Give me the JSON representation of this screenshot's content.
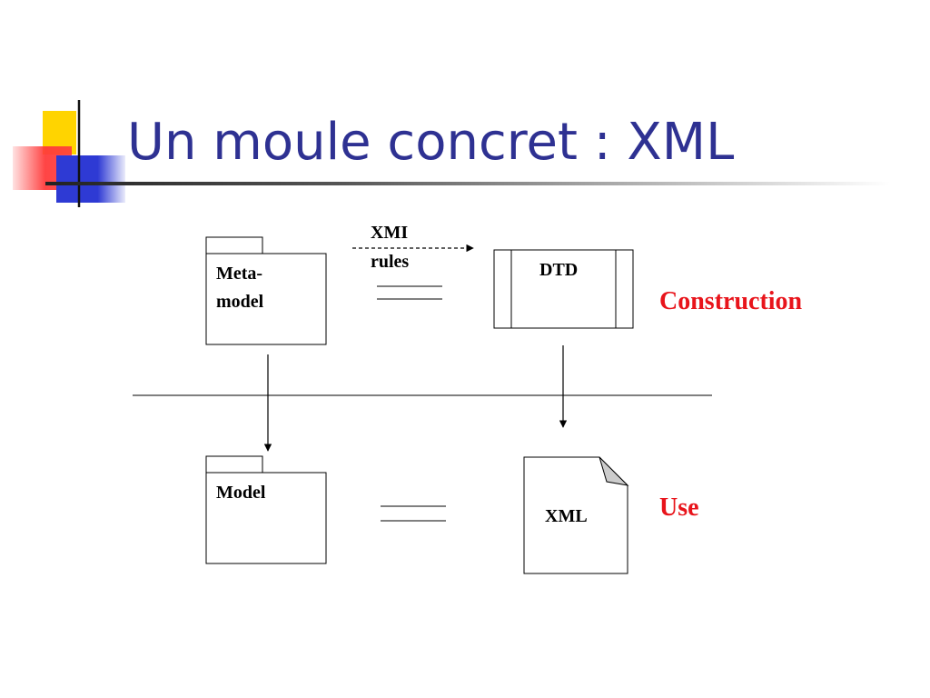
{
  "slide": {
    "title": "Un moule concret : XML"
  },
  "diagram": {
    "metamodel": {
      "line1": "Meta-",
      "line2": "model"
    },
    "dtd": {
      "label": "DTD"
    },
    "xmi": {
      "line1": "XMI",
      "line2": "rules"
    },
    "model": {
      "label": "Model"
    },
    "xml": {
      "label": "XML"
    },
    "phases": {
      "construction": "Construction",
      "use": "Use"
    }
  },
  "colors": {
    "title": "#2e3192",
    "phase_label": "#e8141b",
    "logo_yellow": "#ffd400",
    "logo_red": "#ff3b3b",
    "logo_blue": "#2e3ad4"
  }
}
